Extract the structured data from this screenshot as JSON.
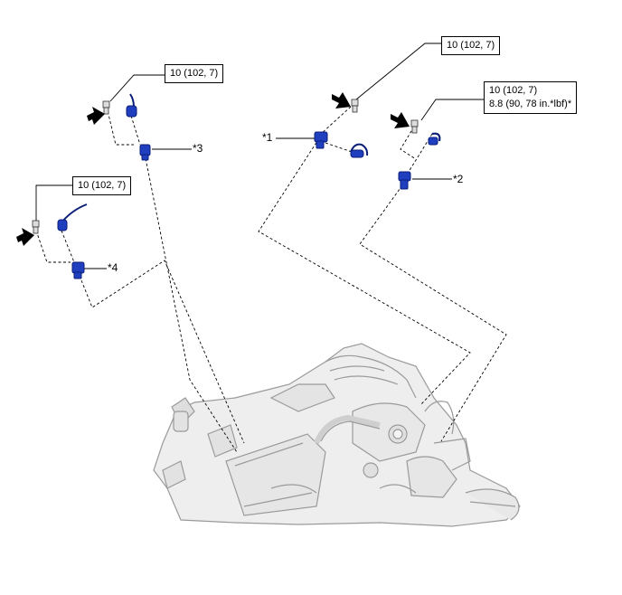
{
  "torque_specs": {
    "a": "10 (102, 7)",
    "b": "10 (102, 7)",
    "c_line1": "10 (102, 7)",
    "c_line2": "8.8 (90, 78 in.*lbf)*",
    "d": "10 (102, 7)"
  },
  "callouts": {
    "c1": "*1",
    "c2": "*2",
    "c3": "*3",
    "c4": "*4"
  },
  "colors": {
    "sensor_blue": "#1f3fbf",
    "sensor_dark": "#0b1e78",
    "engine_outline": "#8a8a8a",
    "engine_fill": "#efefef"
  }
}
